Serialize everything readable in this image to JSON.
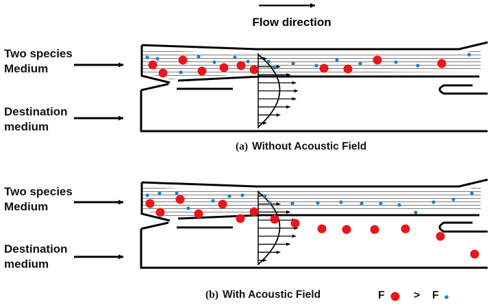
{
  "flow_label": "Flow direction",
  "panels": [
    {
      "id": "a",
      "input_label_1": "Two species",
      "input_label_2": "Medium",
      "dest_label_1": "Destination",
      "dest_label_2": "medium",
      "caption_tag": "(a)",
      "caption_text": "Without Acoustic Field",
      "acoustic_field": false
    },
    {
      "id": "b",
      "input_label_1": "Two species",
      "input_label_2": "Medium",
      "dest_label_1": "Destination",
      "dest_label_2": "medium",
      "caption_tag": "(b)",
      "caption_text": "With Acoustic Field",
      "acoustic_field": true
    }
  ],
  "legend": {
    "large_symbol": "F",
    "relation": ">",
    "small_symbol": "F"
  },
  "colors": {
    "large_particle": "#e8161b",
    "small_particle": "#1f7fc4",
    "outline": "#000000",
    "hatch": "#555555"
  }
}
